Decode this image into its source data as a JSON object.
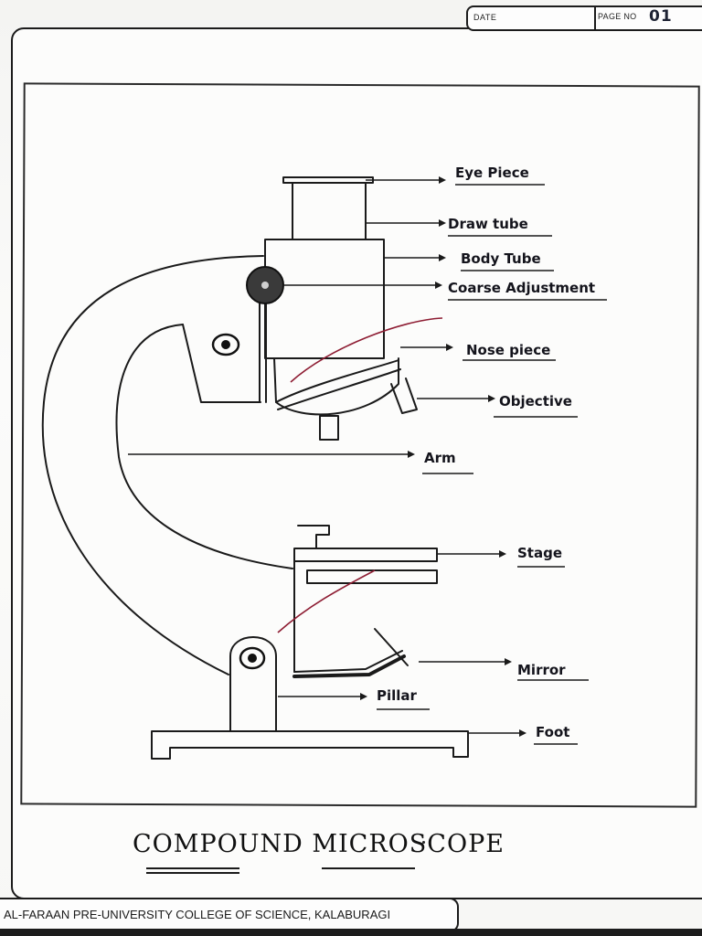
{
  "header": {
    "date_label": "DATE",
    "date_value": "",
    "page_no_label": "PAGE NO",
    "page_no_value": "01"
  },
  "diagram": {
    "labels": {
      "eye_piece": "Eye Piece",
      "draw_tube": "Draw tube",
      "body_tube": "Body Tube",
      "coarse_adjustment": "Coarse Adjustment",
      "nose_piece": "Nose piece",
      "objective": "Objective",
      "arm": "Arm",
      "stage": "Stage",
      "mirror": "Mirror",
      "pillar": "Pillar",
      "foot": "Foot"
    },
    "colors": {
      "ink": "#1a1a1a",
      "red_ink": "#8e1d33",
      "knob": "#3a3a3a"
    }
  },
  "title": "COMPOUND MICROSCOPE",
  "footer": "AL-FARAAN PRE-UNIVERSITY COLLEGE OF SCIENCE, KALABURAGI"
}
